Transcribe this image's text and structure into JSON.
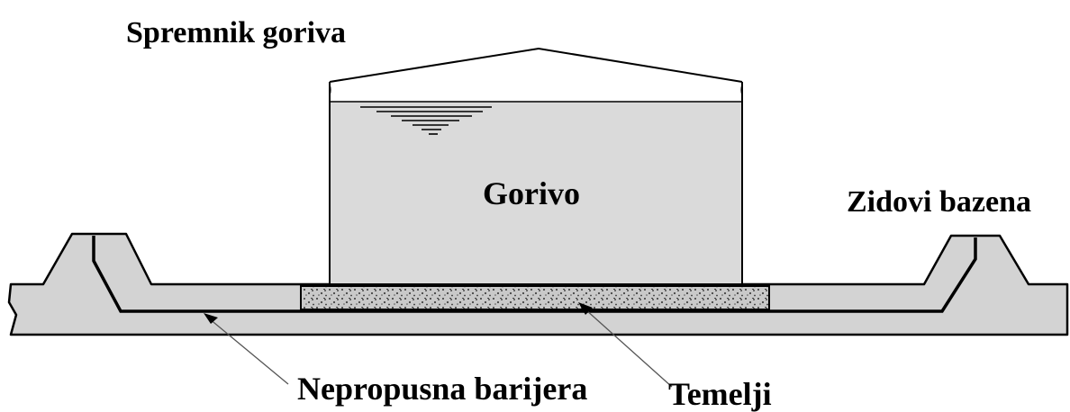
{
  "labels": {
    "tank": "Spremnik goriva",
    "fuel": "Gorivo",
    "walls": "Zidovi bazena",
    "barrier": "Nepropusna barijera",
    "foundation": "Temelji"
  },
  "colors": {
    "ground": "#d2d2d2",
    "fuel_fill": "#dadada",
    "outline": "#000000",
    "gravel": "#c8c8c8"
  }
}
